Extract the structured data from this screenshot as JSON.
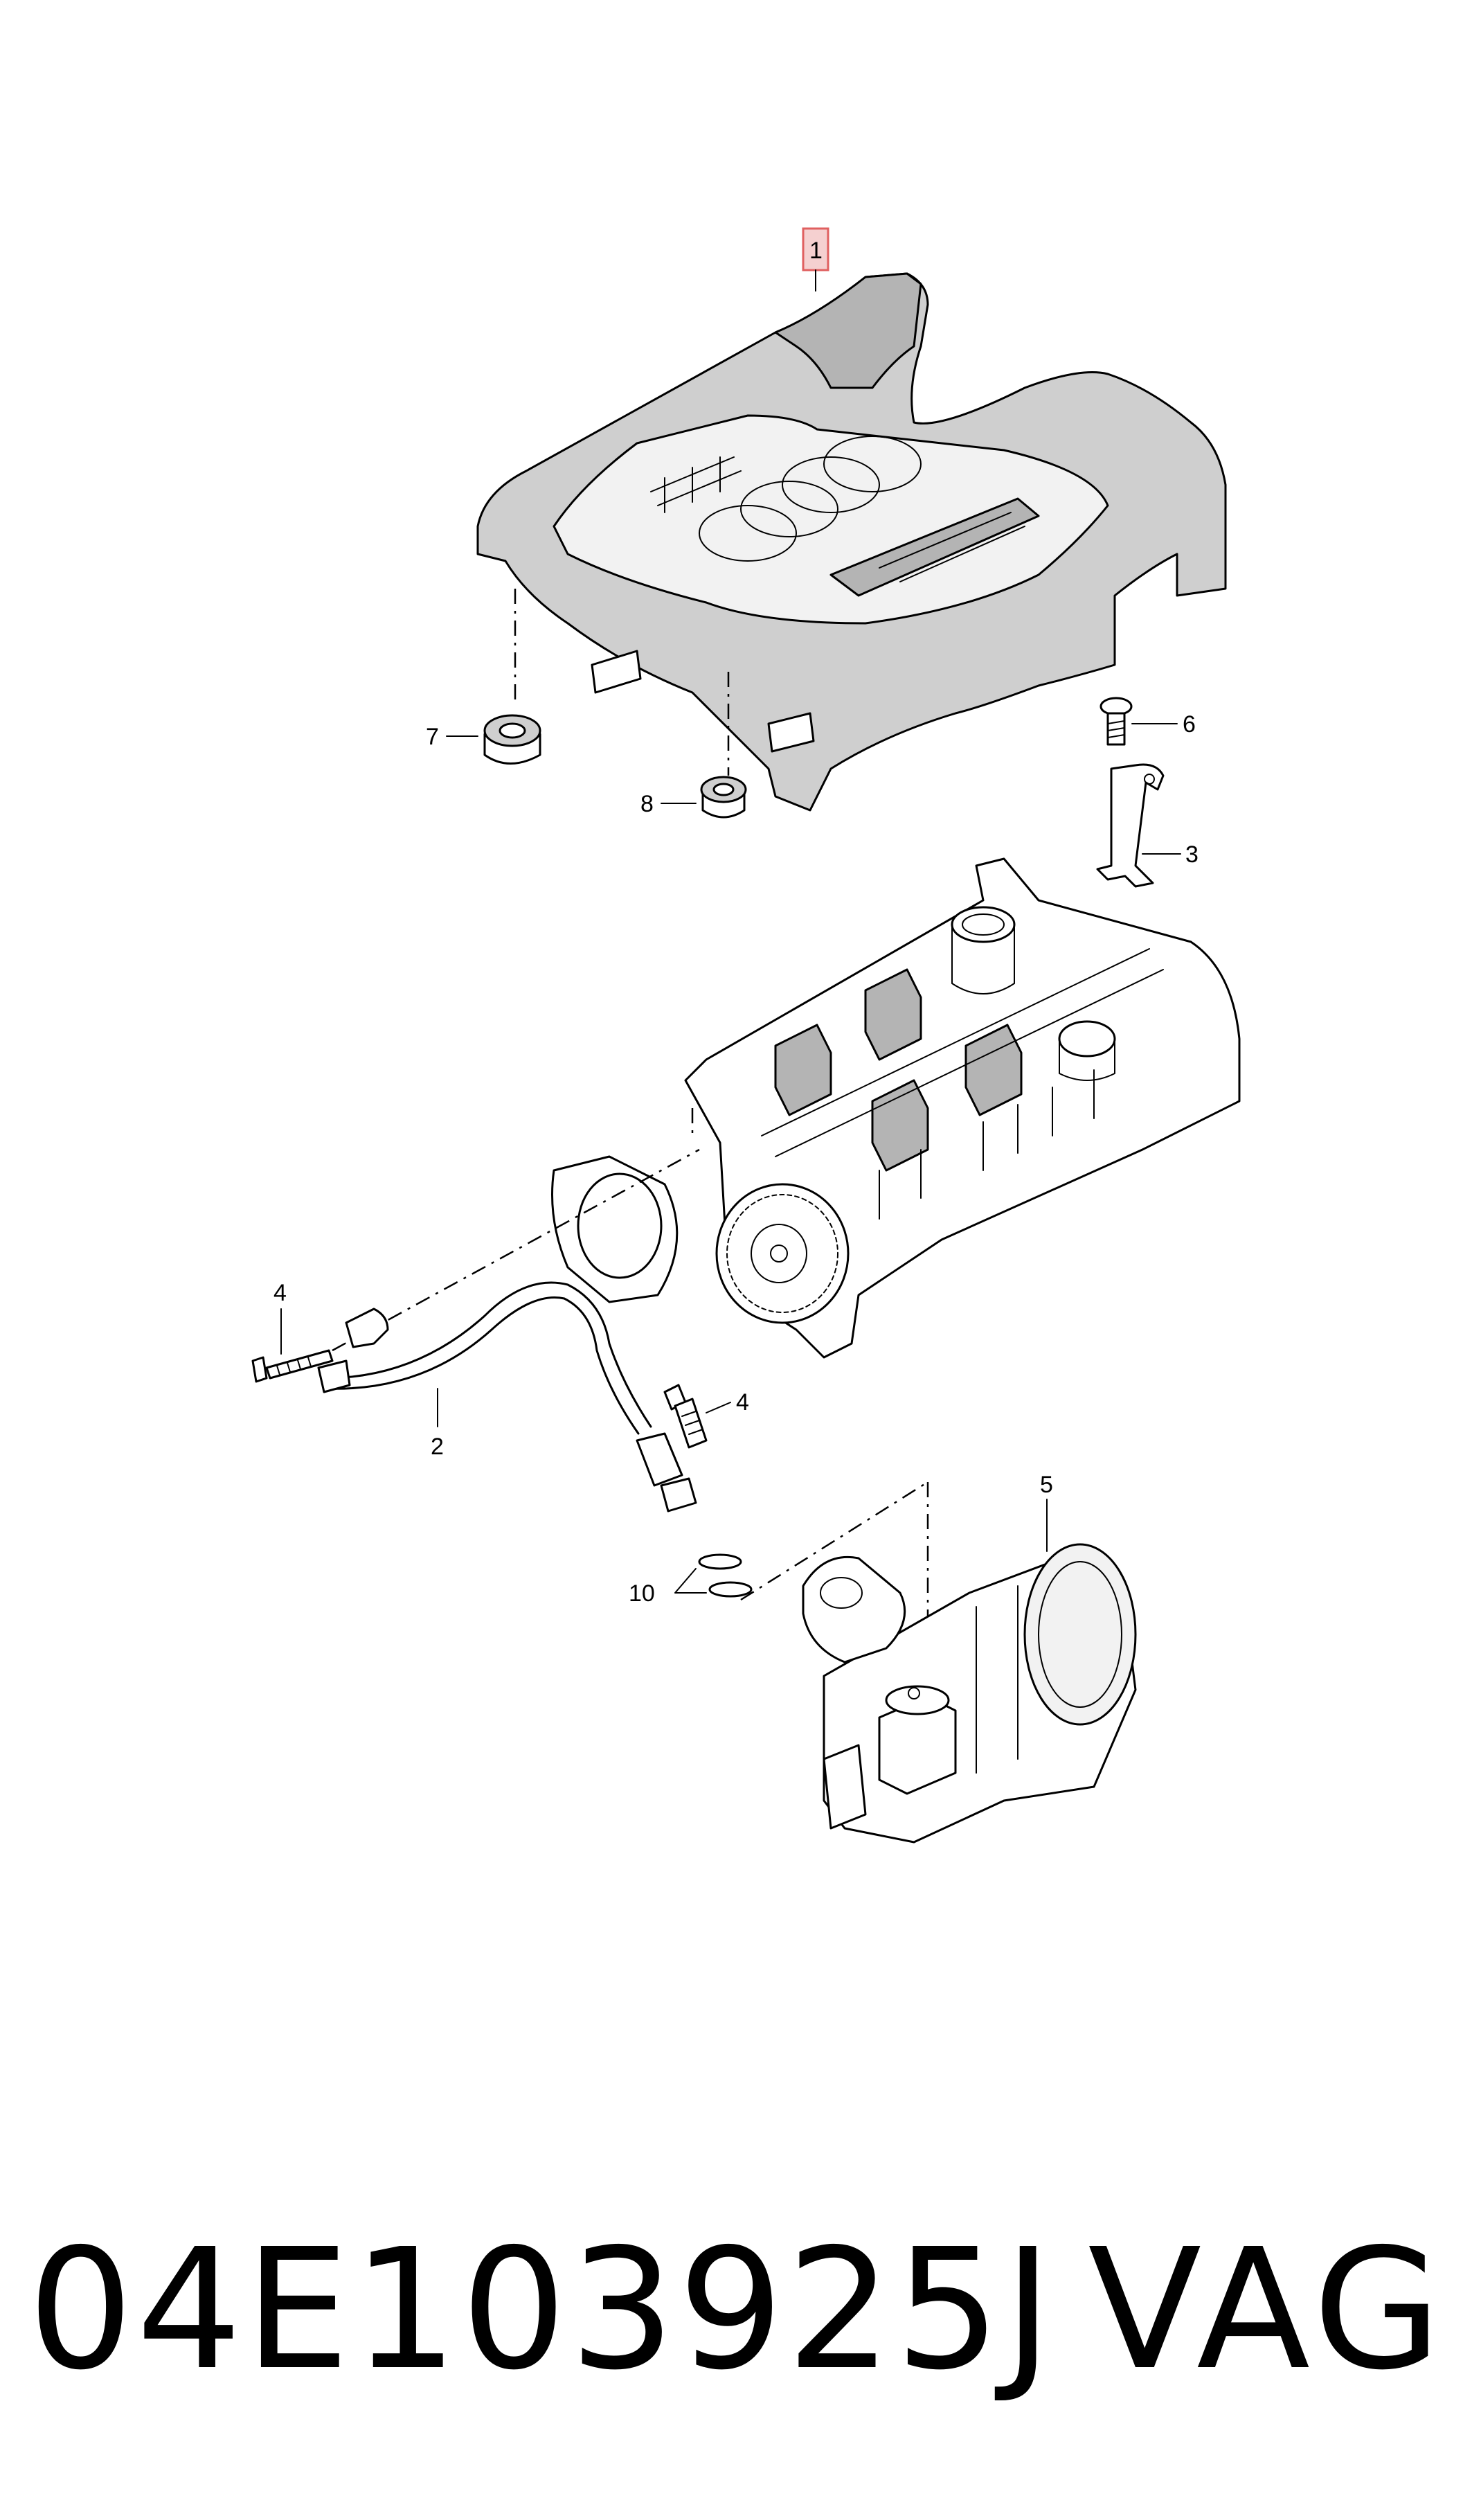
{
  "callouts": {
    "c1": "1",
    "c2": "2",
    "c3": "3",
    "c4a": "4",
    "c4b": "4",
    "c5": "5",
    "c6": "6",
    "c7": "7",
    "c8": "8",
    "c10": "10"
  },
  "footer": {
    "part_number": "04E103925J",
    "brand": "VAG"
  },
  "colors": {
    "highlight_box": "#e06060",
    "cover_fill": "#cfcfcf",
    "text": "#000000"
  }
}
